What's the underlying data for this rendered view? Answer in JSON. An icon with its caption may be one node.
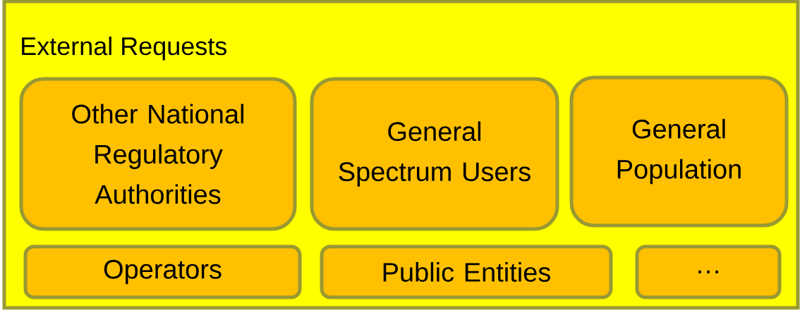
{
  "diagram": {
    "nodes": [
      {
        "text": [
          "External Requests"
        ]
      },
      {
        "text": [
          "Other National Regulatory Authorities"
        ],
        "in": 0
      },
      {
        "text": [
          "General Spectrum Users"
        ],
        "in": 0
      },
      {
        "text": [
          "General Population"
        ],
        "in": 0
      },
      {
        "text": [
          "Operators"
        ],
        "in": 0
      },
      {
        "text": [
          "Public Entities"
        ],
        "in": 0
      },
      {
        "text": [
          "…"
        ],
        "in": 0
      }
    ]
  }
}
